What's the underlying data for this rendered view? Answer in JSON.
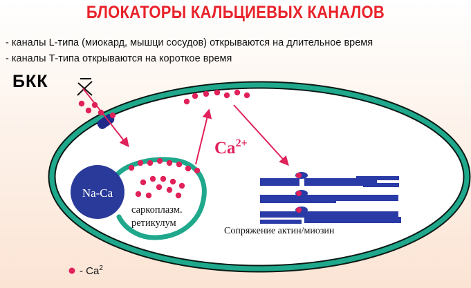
{
  "title": "БЛОКАТОРЫ КАЛЬЦИЕВЫХ КАНАЛОВ",
  "bullets": [
    "- каналы L-типа (миокард, мышци сосудов) открываются на длительное время",
    "- каналы Т-типа открываются на короткое время"
  ],
  "blocker_label": "БКК",
  "exchanger_label": "Na-Ca",
  "ca_label_base": "Ca",
  "ca_label_sup": "2+",
  "sr_label_line1": "саркоплазм.",
  "sr_label_line2": "ретикулум",
  "actomyosin_label": "Сопряжение актин/миозин",
  "legend": {
    "text_base": "- Ca",
    "text_sup": "2"
  },
  "colors": {
    "title": "#e8222a",
    "membrane": "#1fa88c",
    "membrane_outline": "#0a1a14",
    "channel": "#1f2a8a",
    "exchanger": "#2a3a9a",
    "calcium": "#e0215a",
    "arrow": "#e0215a",
    "filament": "#2a3aa6"
  }
}
